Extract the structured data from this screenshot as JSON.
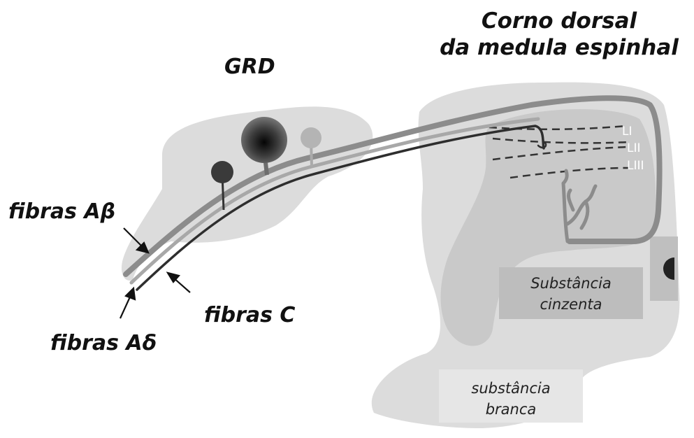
{
  "labels": {
    "title_line1": "Corno dorsal",
    "title_line2": "da medula espinhal",
    "grd": "GRD",
    "fibras_ab": "fibras Aβ",
    "fibras_c": "fibras C",
    "fibras_ad": "fibras Aδ",
    "substancia_cinzenta_1": "Substância",
    "substancia_cinzenta_2": "cinzenta",
    "substancia_branca_1": "substância",
    "substancia_branca_2": "branca",
    "lamina_1": "LI",
    "lamina_2": "LII",
    "lamina_3": "LIII"
  },
  "colors": {
    "tissue_light": "#dadada",
    "grey_matter": "#cbcbcb",
    "fiber_ab": "#8c8c8c",
    "fiber_ad": "#a8a8a8",
    "fiber_c": "#2e2e2e",
    "dark_soma": "#3a3a3a"
  }
}
